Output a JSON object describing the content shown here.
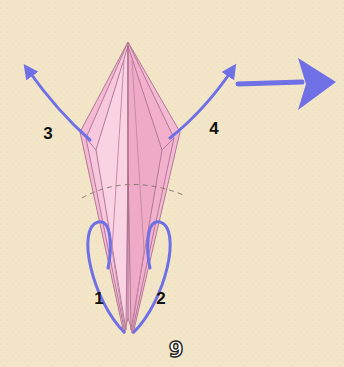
{
  "diagram": {
    "labels": [
      "3",
      "4",
      "1",
      "2",
      "9"
    ]
  }
}
